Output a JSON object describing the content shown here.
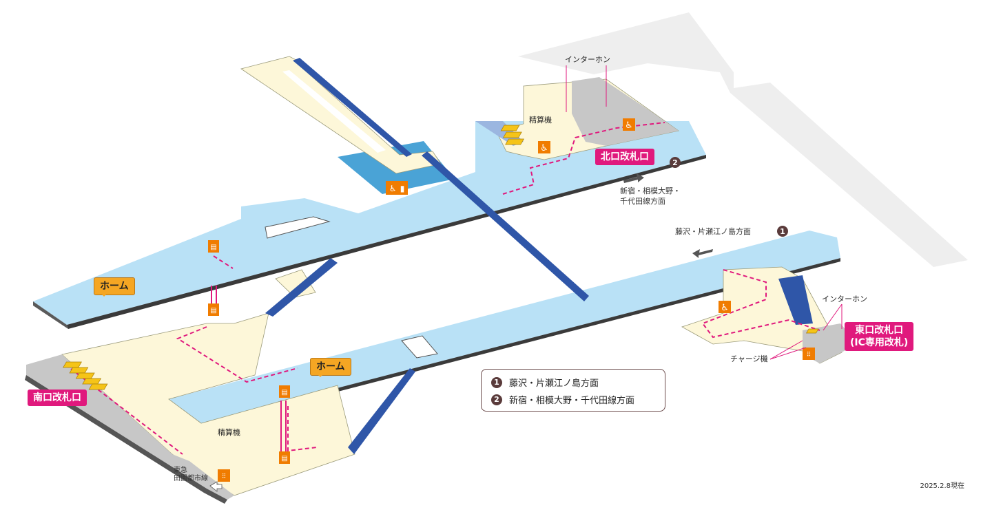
{
  "labels": {
    "intercom_north": "インターホン",
    "fare_adjust_north": "精算機",
    "gate_north": "北口改札口",
    "dir_north_line1": "新宿・相模大野・",
    "dir_north_line2": "千代田線方面",
    "dir_east_text": "藤沢・片瀬江ノ島方面",
    "home_upper": "ホーム",
    "home_lower": "ホーム",
    "gate_south": "南口改札口",
    "fare_adjust_south": "精算機",
    "tokyu_line1": "東急",
    "tokyu_line2": "田園都市線",
    "intercom_east": "インターホン",
    "gate_east_line1": "東口改札口",
    "gate_east_line2": "(IC専用改札)",
    "charge_machine": "チャージ機",
    "date": "2025.2.8現在"
  },
  "directions": {
    "north_number": "2",
    "east_number": "1"
  },
  "legend": [
    {
      "number": "1",
      "text": "藤沢・片瀬江ノ島方面"
    },
    {
      "number": "2",
      "text": "新宿・相模大野・千代田線方面"
    }
  ],
  "icons": {
    "wheelchair": "wheelchair-icon",
    "elevator": "elevator-icon",
    "tactile_map": "tactile-map-icon",
    "turnstile": "ticket-gate-icon"
  },
  "colors": {
    "platform": "#b9e1f6",
    "concourse": "#fdf7d9",
    "gate_area": "#c7c7c7",
    "stairs": "#2f56a8",
    "route": "#e0197d",
    "gate_tag": "#e0197d",
    "home_tag": "#f5a623",
    "outside": "#eeeeee"
  }
}
